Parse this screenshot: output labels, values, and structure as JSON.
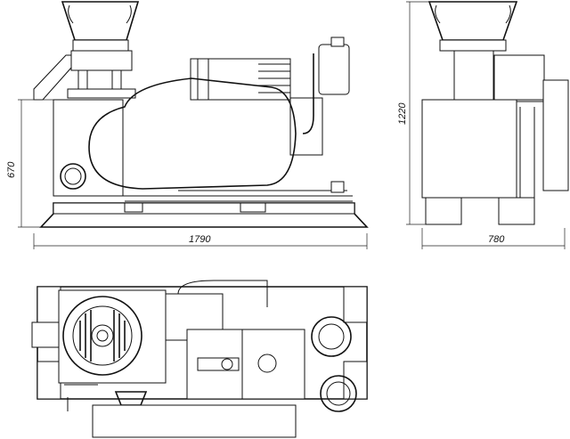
{
  "dimensions": {
    "front_height": "670",
    "front_length": "1790",
    "side_height": "1220",
    "side_width": "780"
  }
}
